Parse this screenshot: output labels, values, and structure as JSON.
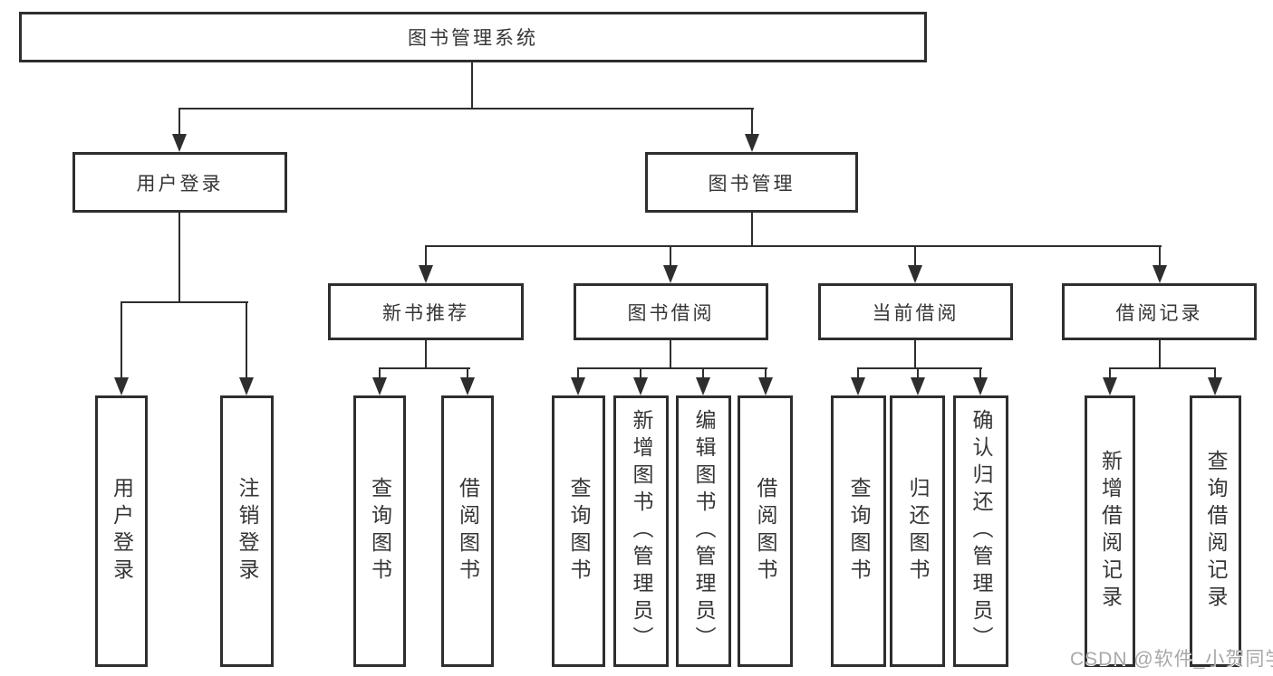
{
  "diagram": {
    "type": "hierarchy-tree",
    "colors": {
      "line": "#2e2e2e",
      "box_border": "#2e2e2e",
      "box_fill": "#ffffff",
      "text": "#363636",
      "watermark": "#a8a8a8"
    }
  },
  "nodes": {
    "root": "图书管理系统",
    "user_login": "用户登录",
    "book_mgmt": "图书管理",
    "new_book_rec": "新书推荐",
    "book_borrow": "图书借阅",
    "current_borrow": "当前借阅",
    "borrow_record": "借阅记录",
    "leaf_user_login": "用户登录",
    "leaf_logout": "注销登录",
    "rec_query_book": "查询图书",
    "rec_borrow_book": "借阅图书",
    "bor_query_book": "查询图书",
    "bor_add_book": "新增图书（管理员）",
    "bor_edit_book": "编辑图书（管理员）",
    "bor_borrow_book": "借阅图书",
    "cur_query_book": "查询图书",
    "cur_return_book": "归还图书",
    "cur_confirm_return": "确认归还（管理员）",
    "record_add": "新增借阅记录",
    "record_query": "查询借阅记录"
  },
  "watermark": "CSDN @软件_小贺同学"
}
